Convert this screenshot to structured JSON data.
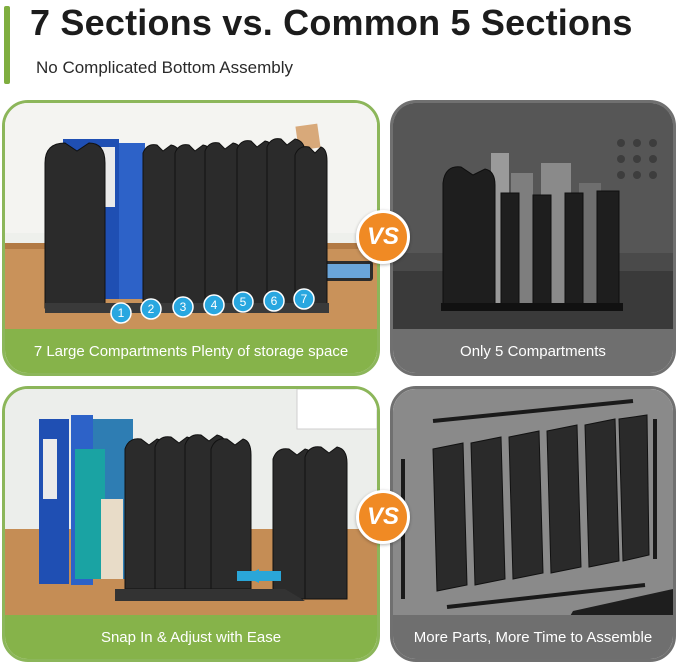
{
  "header": {
    "title": "7 Sections vs. Common 5 Sections",
    "subtitle": "No Complicated Bottom Assembly"
  },
  "panels": {
    "top_left": {
      "caption": "7 Large Compartments Plenty of storage space",
      "numbers": [
        "1",
        "2",
        "3",
        "4",
        "5",
        "6",
        "7"
      ]
    },
    "top_right": {
      "caption": "Only 5 Compartments"
    },
    "bottom_left": {
      "caption": "Snap In & Adjust with Ease"
    },
    "bottom_right": {
      "caption": "More Parts, More Time to Assemble"
    }
  },
  "badges": {
    "vs_top": "VS",
    "vs_bottom": "VS"
  },
  "colors": {
    "accent_green": "#86b34a",
    "caption_gray": "#6f6f6f",
    "vs_orange": "#f08a24",
    "number_circle_blue": "#29a7e0"
  }
}
